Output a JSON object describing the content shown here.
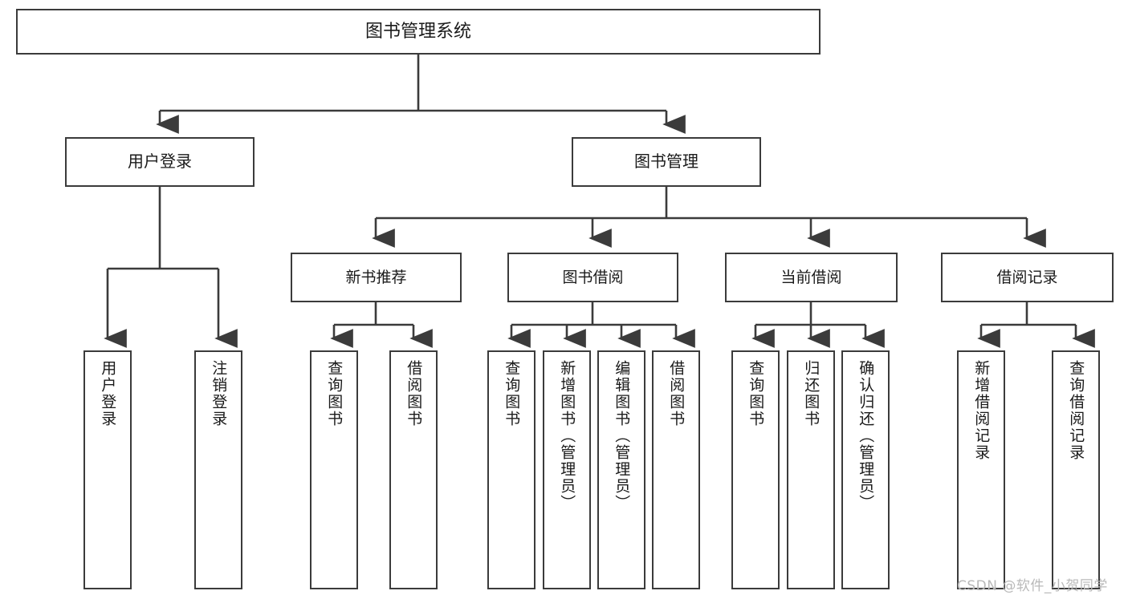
{
  "diagram": {
    "title": "图书管理系统",
    "type": "tree",
    "orientation": "top-down",
    "colors": {
      "box_border": "#3b3b3b",
      "box_fill": "#ffffff",
      "edge": "#3b3b3b",
      "text": "#1a1a1a",
      "watermark": "#b9b9b9",
      "background": "#ffffff"
    },
    "root": {
      "label": "图书管理系统"
    },
    "level1": [
      {
        "label": "用户登录"
      },
      {
        "label": "图书管理"
      }
    ],
    "level2": [
      {
        "label": "新书推荐"
      },
      {
        "label": "图书借阅"
      },
      {
        "label": "当前借阅"
      },
      {
        "label": "借阅记录"
      }
    ],
    "leaves": {
      "user_login": [
        {
          "label": "用户登录"
        },
        {
          "label": "注销登录"
        }
      ],
      "new_book_recommend": [
        {
          "label": "查询图书"
        },
        {
          "label": "借阅图书"
        }
      ],
      "book_borrow": [
        {
          "label": "查询图书"
        },
        {
          "label": "新增图书（管理员）"
        },
        {
          "label": "编辑图书（管理员）"
        },
        {
          "label": "借阅图书"
        }
      ],
      "current_borrow": [
        {
          "label": "查询图书"
        },
        {
          "label": "归还图书"
        },
        {
          "label": "确认归还（管理员）"
        }
      ],
      "borrow_record": [
        {
          "label": "新增借阅记录"
        },
        {
          "label": "查询借阅记录"
        }
      ]
    },
    "watermark": "CSDN @软件_小贺同学"
  }
}
